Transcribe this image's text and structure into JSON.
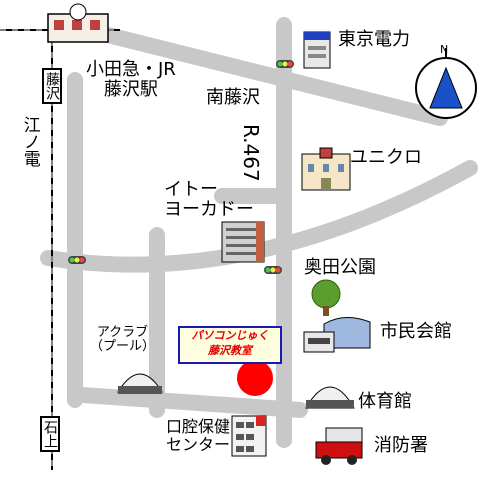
{
  "labels": {
    "station": "小田急・JR\n藤沢駅",
    "minami_fujisawa": "南藤沢",
    "route": "R.467",
    "uniqlo": "ユニクロ",
    "tokyo_denryoku": "東京電力",
    "ito_yokado": "イトー\nヨーカドー",
    "okuda_koen": "奥田公園",
    "shimin_kaikan": "市民会館",
    "taiikukan": "体育館",
    "shobosho": "消防署",
    "koku_hoken": "口腔保健\nセンター",
    "aqua_pool": "アクラブ\n（プール）",
    "enoden": "江ノ電",
    "sign_top": "藤沢",
    "sign_bottom": "石上",
    "school_line1": "パソコンじゅく",
    "school_line2": "藤沢教室",
    "north": "N"
  },
  "colors": {
    "road": "#c8c8c8",
    "rail": "#000000",
    "marker": "#ff0000",
    "school_border": "#1a1ab0",
    "school_text": "#e00000",
    "compass": "#1a50c8"
  },
  "icons": [
    "train-icon",
    "traffic-light-icon",
    "building-icon",
    "compass-icon",
    "tree-icon",
    "dome-icon",
    "fire-truck-icon",
    "hospital-icon"
  ]
}
